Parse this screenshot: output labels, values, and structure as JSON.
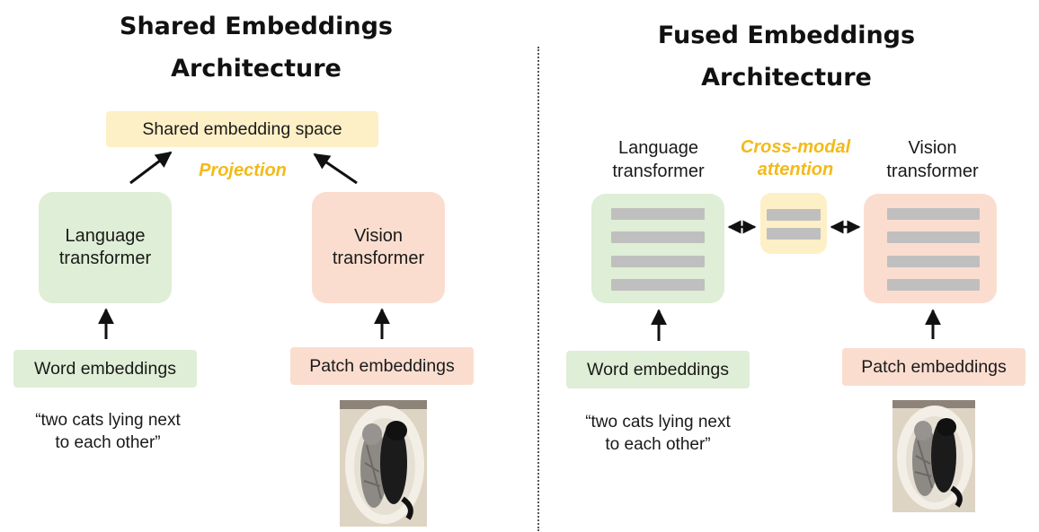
{
  "left": {
    "title_line1": "Shared Embeddings",
    "title_line2": "Architecture",
    "shared_space": "Shared embedding space",
    "projection": "Projection",
    "language_line1": "Language",
    "language_line2": "transformer",
    "vision_line1": "Vision",
    "vision_line2": "transformer",
    "word_embeddings": "Word embeddings",
    "patch_embeddings": "Patch embeddings",
    "caption_line1": "“two cats lying next",
    "caption_line2": "to each other”"
  },
  "right": {
    "title_line1": "Fused Embeddings",
    "title_line2": "Architecture",
    "language_line1": "Language",
    "language_line2": "transformer",
    "vision_line1": "Vision",
    "vision_line2": "transformer",
    "cross_modal_line1": "Cross-modal",
    "cross_modal_line2": "attention",
    "word_embeddings": "Word embeddings",
    "patch_embeddings": "Patch embeddings",
    "caption_line1": "“two cats lying next",
    "caption_line2": "to each other”"
  },
  "colors": {
    "language": "#dfeed6",
    "vision": "#fbddcf",
    "shared": "#fdf0c6",
    "accent": "#f3ba18",
    "token_bar": "#bfbfbf"
  }
}
